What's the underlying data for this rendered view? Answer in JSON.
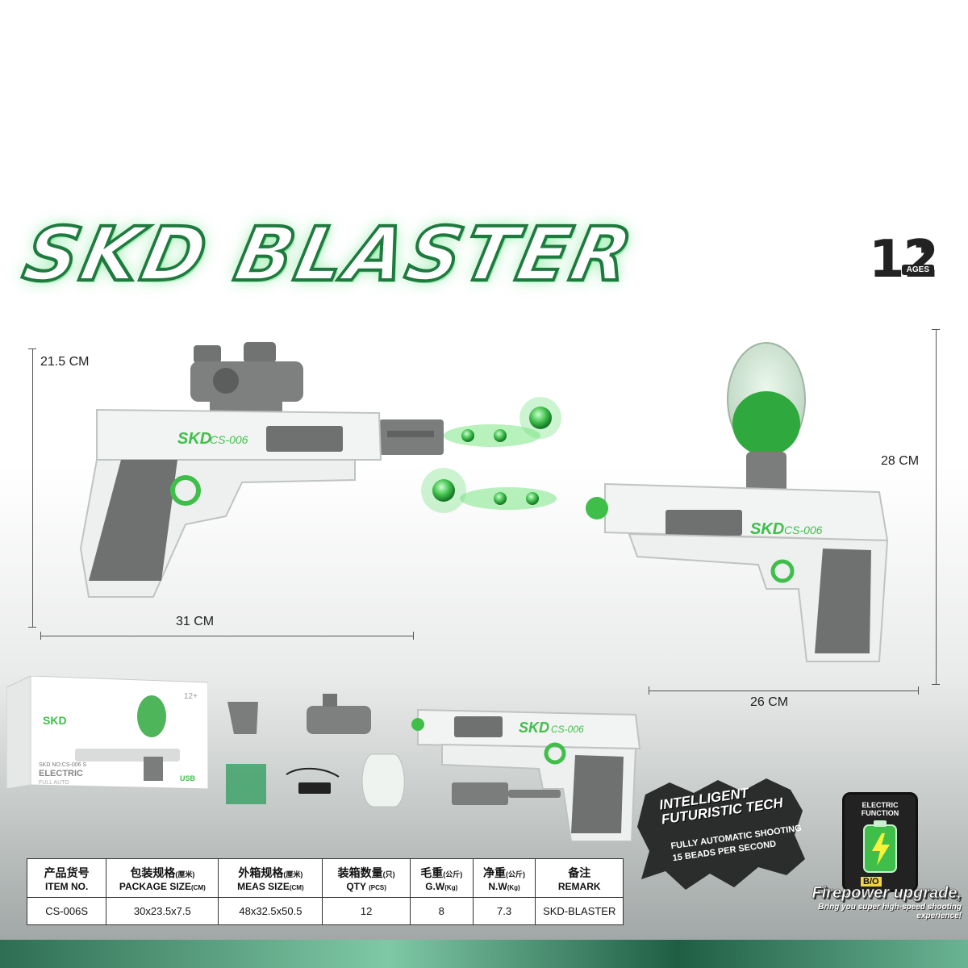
{
  "title": "SKD BLASTER",
  "age": {
    "number": "12",
    "plus": "+",
    "label": "AGES"
  },
  "dimensions": {
    "left_height": "21.5 CM",
    "left_width": "31 CM",
    "right_height": "28 CM",
    "right_width": "26 CM"
  },
  "gun_label": {
    "brand": "SKD",
    "model": "CS-006"
  },
  "box": {
    "brand": "SKD",
    "model_line": "SKD NO:CS-006 S",
    "electric": "ELECTRIC",
    "full_auto": "FULL AUTO",
    "age": "12+",
    "usb": "USB"
  },
  "badge": {
    "line1": "INTELLIGENT",
    "line2": "FUTURISTIC TECH",
    "line3": "FULLY AUTOMATIC SHOOTING",
    "line4": "15 BEADS PER SECOND"
  },
  "electric_function": {
    "label": "ELECTRIC FUNCTION",
    "switch": "B/O"
  },
  "firepower": {
    "title": "Firepower upgrade,",
    "subtitle": "Bring you super high-speed shooting experience!"
  },
  "spec_table": {
    "headers": [
      {
        "cn": "产品货号",
        "en": "ITEM NO.",
        "cn_unit": "",
        "en_unit": ""
      },
      {
        "cn": "包装规格",
        "en": "PACKAGE SIZE",
        "cn_unit": "(厘米)",
        "en_unit": "(CM)"
      },
      {
        "cn": "外箱规格",
        "en": "MEAS SIZE",
        "cn_unit": "(厘米)",
        "en_unit": "(CM)"
      },
      {
        "cn": "装箱数量",
        "en": "QTY",
        "cn_unit": "(只)",
        "en_unit": "(PCS)"
      },
      {
        "cn": "毛重",
        "en": "G.W",
        "cn_unit": "(公斤)",
        "en_unit": "(Kg)"
      },
      {
        "cn": "净重",
        "en": "N.W",
        "cn_unit": "(公斤)",
        "en_unit": "(Kg)"
      },
      {
        "cn": "备注",
        "en": "REMARK",
        "cn_unit": "",
        "en_unit": ""
      }
    ],
    "row": [
      "CS-006S",
      "30x23.5x7.5",
      "48x32.5x50.5",
      "12",
      "8",
      "7.3",
      "SKD-BLASTER"
    ]
  },
  "colors": {
    "accent_green": "#3fbf4a",
    "gun_white": "#f2f4f3",
    "grip_gray": "#6e716f",
    "title_stroke": "#1f7a3f"
  }
}
